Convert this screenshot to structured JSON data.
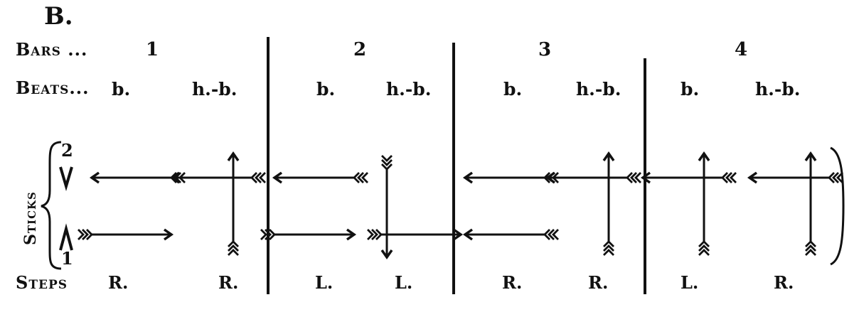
{
  "figure": {
    "label": "B.",
    "rows": {
      "bars": "Bars ...",
      "beats": "Beats...",
      "sticks": "Sticks",
      "steps": "Steps"
    },
    "stick_numbers": {
      "upper": "2",
      "lower": "1"
    },
    "bars": [
      {
        "number": "1",
        "beats": [
          {
            "beat": "b.",
            "step": "R.",
            "upper": {
              "kind": "horizontal",
              "direction": "left"
            },
            "lower": {
              "kind": "horizontal",
              "direction": "right"
            }
          },
          {
            "beat": "h.-b.",
            "step": "R.",
            "upper": {
              "kind": "cross",
              "direction": "left",
              "vertical": "up"
            },
            "lower": null
          }
        ]
      },
      {
        "number": "2",
        "beats": [
          {
            "beat": "b.",
            "step": "L.",
            "upper": {
              "kind": "horizontal",
              "direction": "left"
            },
            "lower": {
              "kind": "horizontal",
              "direction": "right"
            }
          },
          {
            "beat": "h.-b.",
            "step": "L.",
            "upper": null,
            "lower": {
              "kind": "cross",
              "direction": "right",
              "vertical": "down"
            }
          }
        ]
      },
      {
        "number": "3",
        "beats": [
          {
            "beat": "b.",
            "step": "R.",
            "upper": {
              "kind": "horizontal",
              "direction": "left"
            },
            "lower": {
              "kind": "horizontal",
              "direction": "left"
            }
          },
          {
            "beat": "h.-b.",
            "step": "R.",
            "upper": {
              "kind": "cross",
              "direction": "left",
              "vertical": "up"
            },
            "lower": null
          }
        ]
      },
      {
        "number": "4",
        "beats": [
          {
            "beat": "b.",
            "step": "L.",
            "upper": {
              "kind": "cross",
              "direction": "left",
              "vertical": "up"
            },
            "lower": null
          },
          {
            "beat": "h.-b.",
            "step": "R.",
            "upper": {
              "kind": "cross",
              "direction": "left",
              "vertical": "up"
            },
            "lower": null
          }
        ]
      }
    ]
  }
}
